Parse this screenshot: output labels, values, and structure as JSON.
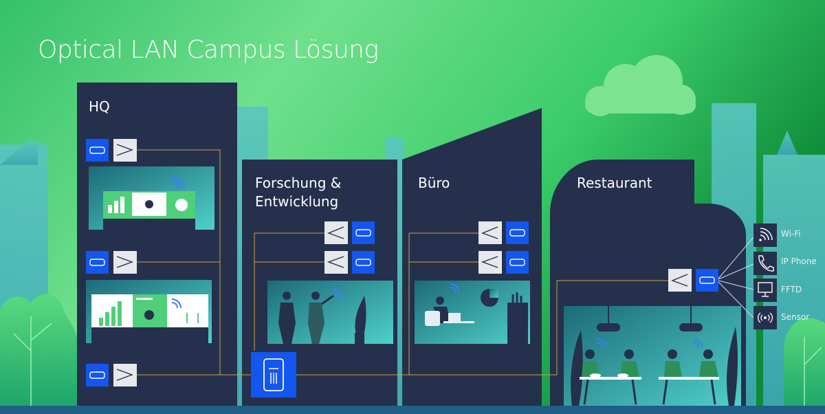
{
  "title": "Optical LAN Campus Lösung",
  "buildings": [
    {
      "name": "HQ"
    },
    {
      "name_line1": "Forschung &",
      "name_line2": "Entwicklung"
    },
    {
      "name": "Büro"
    },
    {
      "name": "Restaurant"
    }
  ],
  "devices": [
    {
      "label": "Wi-Fi",
      "icon": "wifi-icon"
    },
    {
      "label": "IP Phone",
      "icon": "phone-icon"
    },
    {
      "label": "FFTD",
      "icon": "monitor-icon"
    },
    {
      "label": "Sensor",
      "icon": "sensor-icon"
    }
  ],
  "colors": {
    "building": "#25304c",
    "link": "#c9a63c",
    "node": "#1356f0",
    "splitter": "#e6e8ec",
    "sky_top": "#7be79a",
    "sky_bottom": "#15a04a"
  }
}
